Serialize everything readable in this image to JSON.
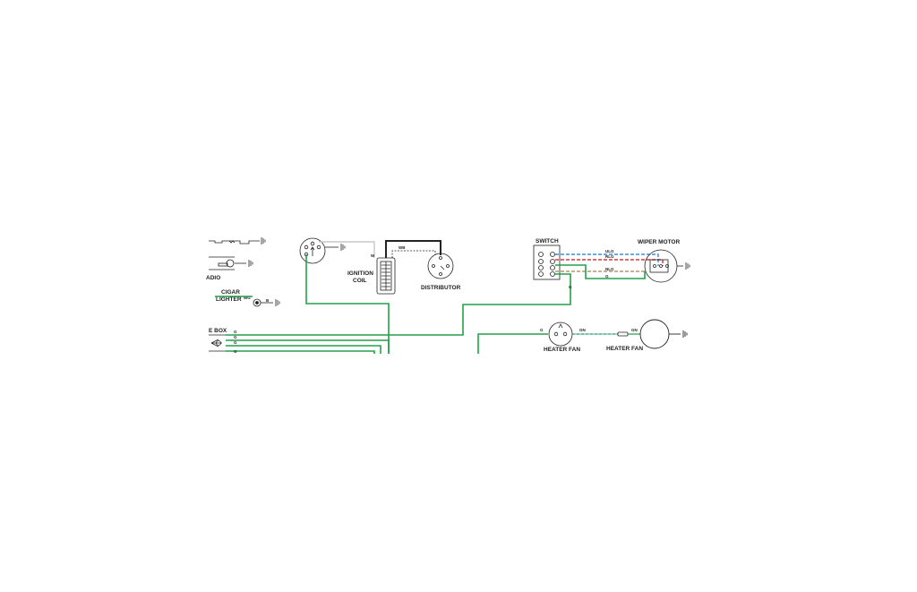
{
  "colors": {
    "green": "#22a14a",
    "black": "#222222",
    "grey": "#c8c8c8",
    "blue": "#3b8fd6",
    "red": "#d23a3a",
    "tan": "#b39a74",
    "background": "#ffffff"
  },
  "labels": {
    "radio": "ADIO",
    "cigar_lighter_1": "CIGAR",
    "cigar_lighter_2": "LIGHTER",
    "fuse_box": "E BOX",
    "ignition_coil_1": "IGNITION",
    "ignition_coil_2": "COIL",
    "distributor": "DISTRIBUTOR",
    "switch": "SWITCH",
    "wiper_motor": "WIPER MOTOR",
    "heater_fan_switch": "HEATER FAN",
    "heater_fan_motor": "HEATER FAN"
  },
  "wire_codes": {
    "cigar_wg": "WG",
    "cigar_b": "B",
    "coil_w": "W",
    "coil_wb": "WB",
    "fuse_g1": "G",
    "fuse_g2": "G",
    "fuse_g3": "G",
    "fuse_g4": "G",
    "switch_ulg": "ULG",
    "switch_rlg": "RLG",
    "switch_nlg": "NLG",
    "switch_g": "G",
    "switch_g2": "G",
    "heater_g": "G",
    "heater_gn1": "GN",
    "heater_gn2": "GN"
  },
  "icons": {
    "ground": "ground-symbol-icon",
    "connector": "connector-circle-icon"
  }
}
